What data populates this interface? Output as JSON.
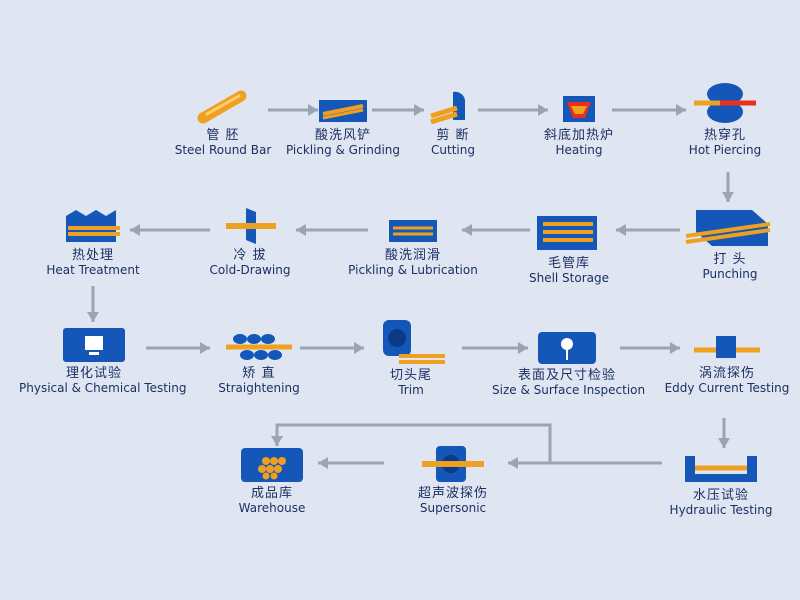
{
  "steps": [
    {
      "cn": "管 胚",
      "en": "Steel Round Bar",
      "icon": "steel-round-bar-icon"
    },
    {
      "cn": "酸洗风铲",
      "en": "Pickling & Grinding",
      "icon": "pickling-grinding-icon"
    },
    {
      "cn": "剪 断",
      "en": "Cutting",
      "icon": "cutting-icon"
    },
    {
      "cn": "斜底加热炉",
      "en": "Heating",
      "icon": "heating-furnace-icon"
    },
    {
      "cn": "热穿孔",
      "en": "Hot Piercing",
      "icon": "hot-piercing-icon"
    },
    {
      "cn": "打 头",
      "en": "Punching",
      "icon": "punching-icon"
    },
    {
      "cn": "毛管库",
      "en": "Shell Storage",
      "icon": "shell-storage-icon"
    },
    {
      "cn": "酸洗润滑",
      "en": "Pickling & Lubrication",
      "icon": "pickling-lubrication-icon"
    },
    {
      "cn": "冷 拔",
      "en": "Cold-Drawing",
      "icon": "cold-drawing-icon"
    },
    {
      "cn": "热处理",
      "en": "Heat Treatment",
      "icon": "heat-treatment-icon"
    },
    {
      "cn": "理化试验",
      "en": "Physical & Chemical Testing",
      "icon": "lab-monitor-icon"
    },
    {
      "cn": "矫 直",
      "en": "Straightening",
      "icon": "straightening-rollers-icon"
    },
    {
      "cn": "切头尾",
      "en": "Trim",
      "icon": "trim-saw-icon"
    },
    {
      "cn": "表面及尺寸检验",
      "en": "Size & Surface Inspection",
      "icon": "inspection-icon"
    },
    {
      "cn": "涡流探伤",
      "en": "Eddy Current Testing",
      "icon": "eddy-current-icon"
    },
    {
      "cn": "水压试验",
      "en": "Hydraulic Testing",
      "icon": "hydraulic-press-icon"
    },
    {
      "cn": "超声波探伤",
      "en": "Supersonic",
      "icon": "ultrasonic-icon"
    },
    {
      "cn": "成品库",
      "en": "Warehouse",
      "icon": "warehouse-icon"
    }
  ],
  "colors": {
    "blue": "#1457b8",
    "dark_blue": "#0c3a86",
    "orange": "#f0a020",
    "red": "#e8301a",
    "arrow": "#9aa4b3",
    "text": "#1c2f63"
  }
}
